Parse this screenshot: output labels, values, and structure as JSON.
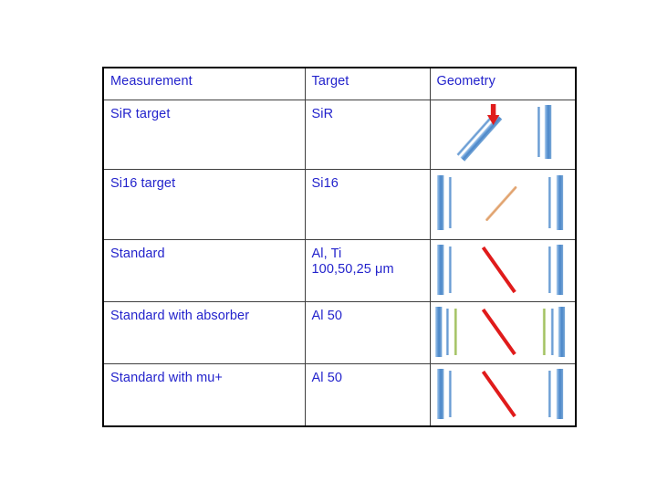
{
  "slide": {
    "background": "#ffffff",
    "text_color": "#2323cc",
    "border_color": "#000000"
  },
  "table": {
    "headers": [
      {
        "label": "Measurement"
      },
      {
        "label": "Target"
      },
      {
        "label": "Geometry"
      }
    ],
    "rows": [
      {
        "measurement": "SiR target",
        "target": "SiR",
        "geometry": {
          "name": "sir-target-geometry",
          "description": "tilted double detector bar with red beam arrow and pair of vertical detector bars"
        }
      },
      {
        "measurement": "Si16 target",
        "target": "Si16",
        "geometry": {
          "name": "si16-target-geometry",
          "description": "two vertical detector bars left, orange diagonal target, two vertical detector bars right"
        }
      },
      {
        "measurement": "Standard",
        "target": "Al, Ti\n100,50,25 μm",
        "geometry": {
          "name": "standard-geometry",
          "description": "two vertical detector bars left, red diagonal target, two vertical detector bars right"
        }
      },
      {
        "measurement": "Standard with absorber",
        "target": "Al 50",
        "geometry": {
          "name": "standard-absorber-geometry",
          "description": "blue bars plus green absorber bar on each side, red diagonal target"
        }
      },
      {
        "measurement": "Standard with mu+",
        "target": "Al 50",
        "geometry": {
          "name": "standard-mu-geometry",
          "description": "two vertical detector bars left, red diagonal target, two vertical detector bars right"
        }
      }
    ]
  },
  "colors": {
    "detector_blue_dark": "#3f7cc0",
    "detector_blue_light": "#a9c9e8",
    "absorber_green": "#94b84e",
    "target_orange": "#e0a070",
    "target_red": "#e01b1b",
    "arrow_red": "#e01b1b",
    "text_blue": "#2323cc",
    "grid_line": "#3f3f3f"
  }
}
